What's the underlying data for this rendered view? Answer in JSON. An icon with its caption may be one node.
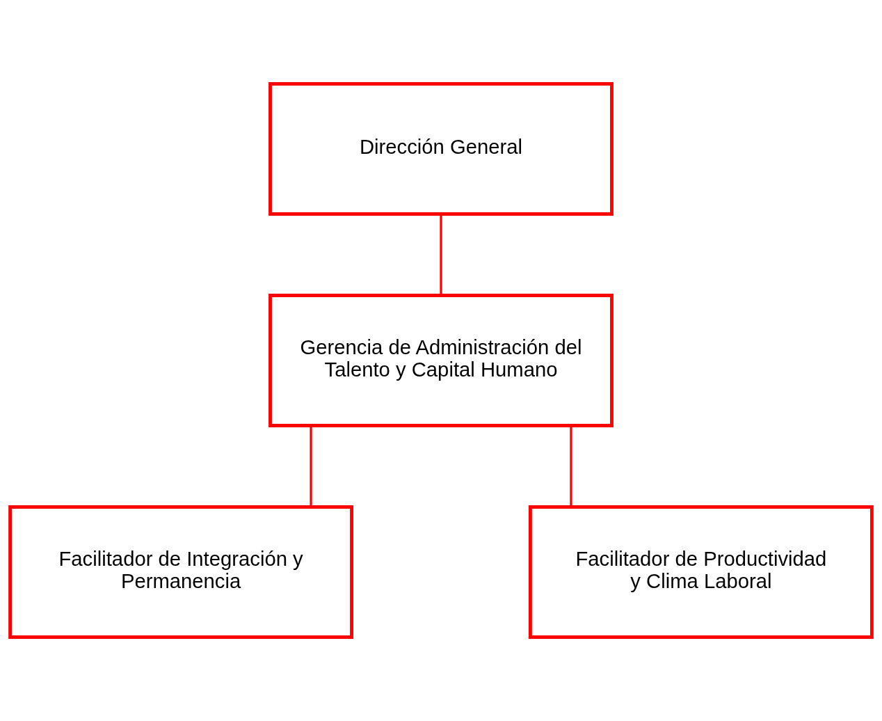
{
  "diagram": {
    "nodes": [
      {
        "text": [
          "Dirección General"
        ]
      },
      {
        "text": [
          "Gerencia de Administración del Talento y Capital Humano"
        ]
      },
      {
        "text": [
          "Facilitador de Integración y Permanencia"
        ]
      },
      {
        "text": [
          "Facilitador de Productividad y Clima Laboral"
        ]
      }
    ],
    "edges": [
      {
        "from": 0,
        "to": 1,
        "arrow": "none"
      },
      {
        "from": 1,
        "to": 2,
        "arrow": "none"
      },
      {
        "from": 1,
        "to": 3,
        "arrow": "none"
      }
    ]
  }
}
